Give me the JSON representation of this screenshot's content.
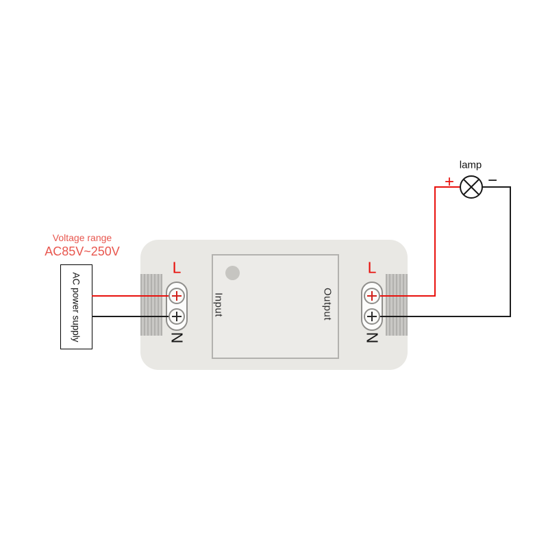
{
  "diagram": {
    "voltage": {
      "line1": "Voltage range",
      "line2": "AC85V~250V"
    },
    "power_supply_label": "AC power supply",
    "device": {
      "input_label": "Input",
      "output_label": "Output"
    },
    "terminals": {
      "left": {
        "live": "L",
        "neutral": "N"
      },
      "right": {
        "live": "L",
        "neutral": "N"
      }
    },
    "lamp": {
      "label": "lamp",
      "plus": "+",
      "minus": "−"
    }
  },
  "colors": {
    "wire_red": "#e8100c",
    "wire_black": "#1c1c1c",
    "text_red": "#e8564e",
    "device_body": "#e9e8e4",
    "device_panel": "#ecebe8",
    "panel_border": "#b2b1ae",
    "terminal_block_dark": "#b1b0ad",
    "terminal_block_light": "#c9c8c5",
    "screw_border": "#8f8e8b",
    "button_gray": "#c6c5c1"
  }
}
